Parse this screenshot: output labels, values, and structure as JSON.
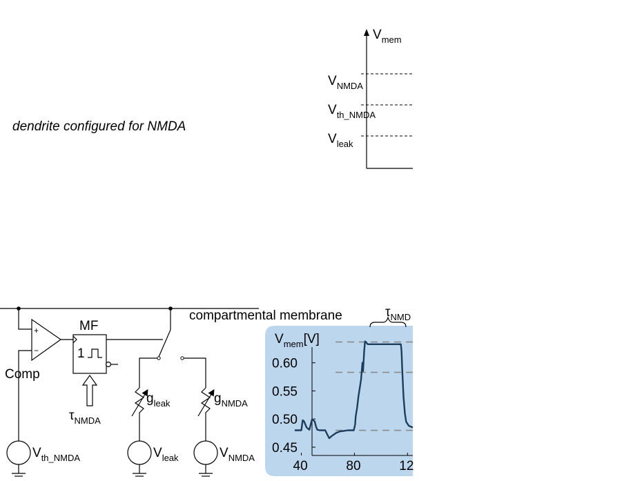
{
  "caption": "dendrite configured for NMDA",
  "schematic_plot": {
    "y_axis": {
      "base": "V",
      "sub": "mem"
    },
    "levels": [
      {
        "base": "V",
        "sub": "NMDA"
      },
      {
        "base": "V",
        "sub": "th_NMDA"
      },
      {
        "base": "V",
        "sub": "leak"
      }
    ]
  },
  "circuit": {
    "membrane_label": "compartmental membrane",
    "comparator": {
      "label": "Comp",
      "plus": "+",
      "minus": "−"
    },
    "monoflop": {
      "label": "MF",
      "inner": "1"
    },
    "tau": {
      "base": "τ",
      "sub": "NMDA"
    },
    "g_leak": {
      "base": "g",
      "sub": "leak"
    },
    "g_nmda": {
      "base": "g",
      "sub": "NMDA"
    },
    "sources": [
      {
        "base": "V",
        "sub": "th_NMDA"
      },
      {
        "base": "V",
        "sub": "leak"
      },
      {
        "base": "V",
        "sub": "NMDA"
      }
    ]
  },
  "measurement": {
    "ylabel": {
      "base": "V",
      "sub": "mem",
      "unit": "[V]"
    },
    "tau_label": {
      "base": "τ",
      "sub": "NMD"
    },
    "colors": {
      "panel": "#bcd6ee",
      "trace": "#1c3d5c",
      "guide": "#8a8a8a"
    }
  },
  "chart_data": {
    "type": "line",
    "x_ticks": [
      "40",
      "80",
      "12"
    ],
    "y_ticks": [
      "0.60",
      "0.55",
      "0.50",
      "0.45"
    ],
    "xlim": [
      34,
      124
    ],
    "ylim": [
      0.45,
      0.645
    ],
    "reference_lines": [
      0.637,
      0.583,
      0.48
    ],
    "series": [
      {
        "x": [
          35,
          40,
          41,
          42,
          44,
          46,
          48,
          50,
          51,
          52,
          54,
          56,
          58,
          59,
          61,
          63,
          66,
          69,
          72,
          75,
          78,
          79.5,
          80.5,
          81,
          82,
          83,
          84,
          85,
          86,
          86.5,
          87.3,
          88,
          89,
          90,
          92,
          95,
          100,
          105,
          110,
          113,
          114,
          115,
          115.5,
          116,
          117,
          118,
          119,
          121,
          124
        ],
        "y": [
          0.48,
          0.48,
          0.498,
          0.496,
          0.485,
          0.481,
          0.499,
          0.496,
          0.487,
          0.481,
          0.48,
          0.48,
          0.48,
          0.475,
          0.466,
          0.47,
          0.475,
          0.478,
          0.479,
          0.48,
          0.48,
          0.48,
          0.49,
          0.505,
          0.52,
          0.54,
          0.555,
          0.57,
          0.6,
          0.585,
          0.62,
          0.638,
          0.636,
          0.633,
          0.633,
          0.633,
          0.633,
          0.633,
          0.633,
          0.633,
          0.633,
          0.633,
          0.62,
          0.59,
          0.54,
          0.51,
          0.495,
          0.488,
          0.485
        ]
      }
    ]
  }
}
